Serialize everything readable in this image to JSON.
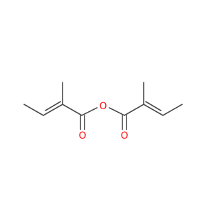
{
  "molecule": {
    "colors": {
      "bond": "#4a4a4a",
      "oxygen": "#ff0d0d",
      "background": "#ffffff"
    },
    "atoms": {
      "bridge_oxygen": "O",
      "left_carbonyl_oxygen": "O",
      "right_carbonyl_oxygen": "O"
    }
  }
}
